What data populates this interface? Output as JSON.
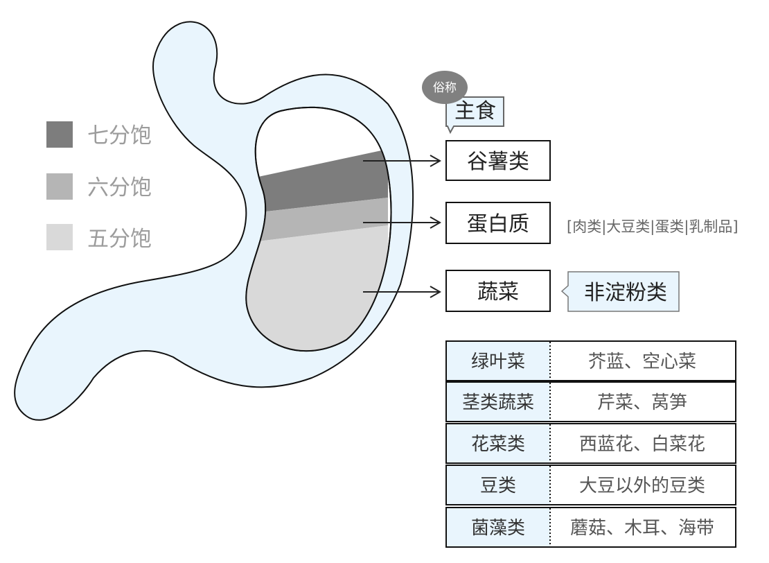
{
  "legend": [
    {
      "label": "七分饱",
      "color": "#7d7d7d"
    },
    {
      "label": "六分饱",
      "color": "#b5b5b5"
    },
    {
      "label": "五分饱",
      "color": "#d9d9d9"
    }
  ],
  "colors": {
    "stomach_wall": "#e9f5fd",
    "box_highlight": "#e9f5fd",
    "bubble": "#808080"
  },
  "bubble_label": "俗称",
  "staple_label": "主食",
  "food_groups": [
    {
      "label": "谷薯类"
    },
    {
      "label": "蛋白质",
      "note": "[肉类|大豆类|蛋类|乳制品]"
    },
    {
      "label": "蔬菜",
      "tag": "非淀粉类"
    }
  ],
  "vegetable_table": [
    {
      "category": "绿叶菜",
      "examples": "芥蓝、空心菜"
    },
    {
      "category": "茎类蔬菜",
      "examples": "芹菜、莴笋"
    },
    {
      "category": "花菜类",
      "examples": "西蓝花、白菜花"
    },
    {
      "category": "豆类",
      "examples": "大豆以外的豆类"
    },
    {
      "category": "菌藻类",
      "examples": "蘑菇、木耳、海带"
    }
  ]
}
